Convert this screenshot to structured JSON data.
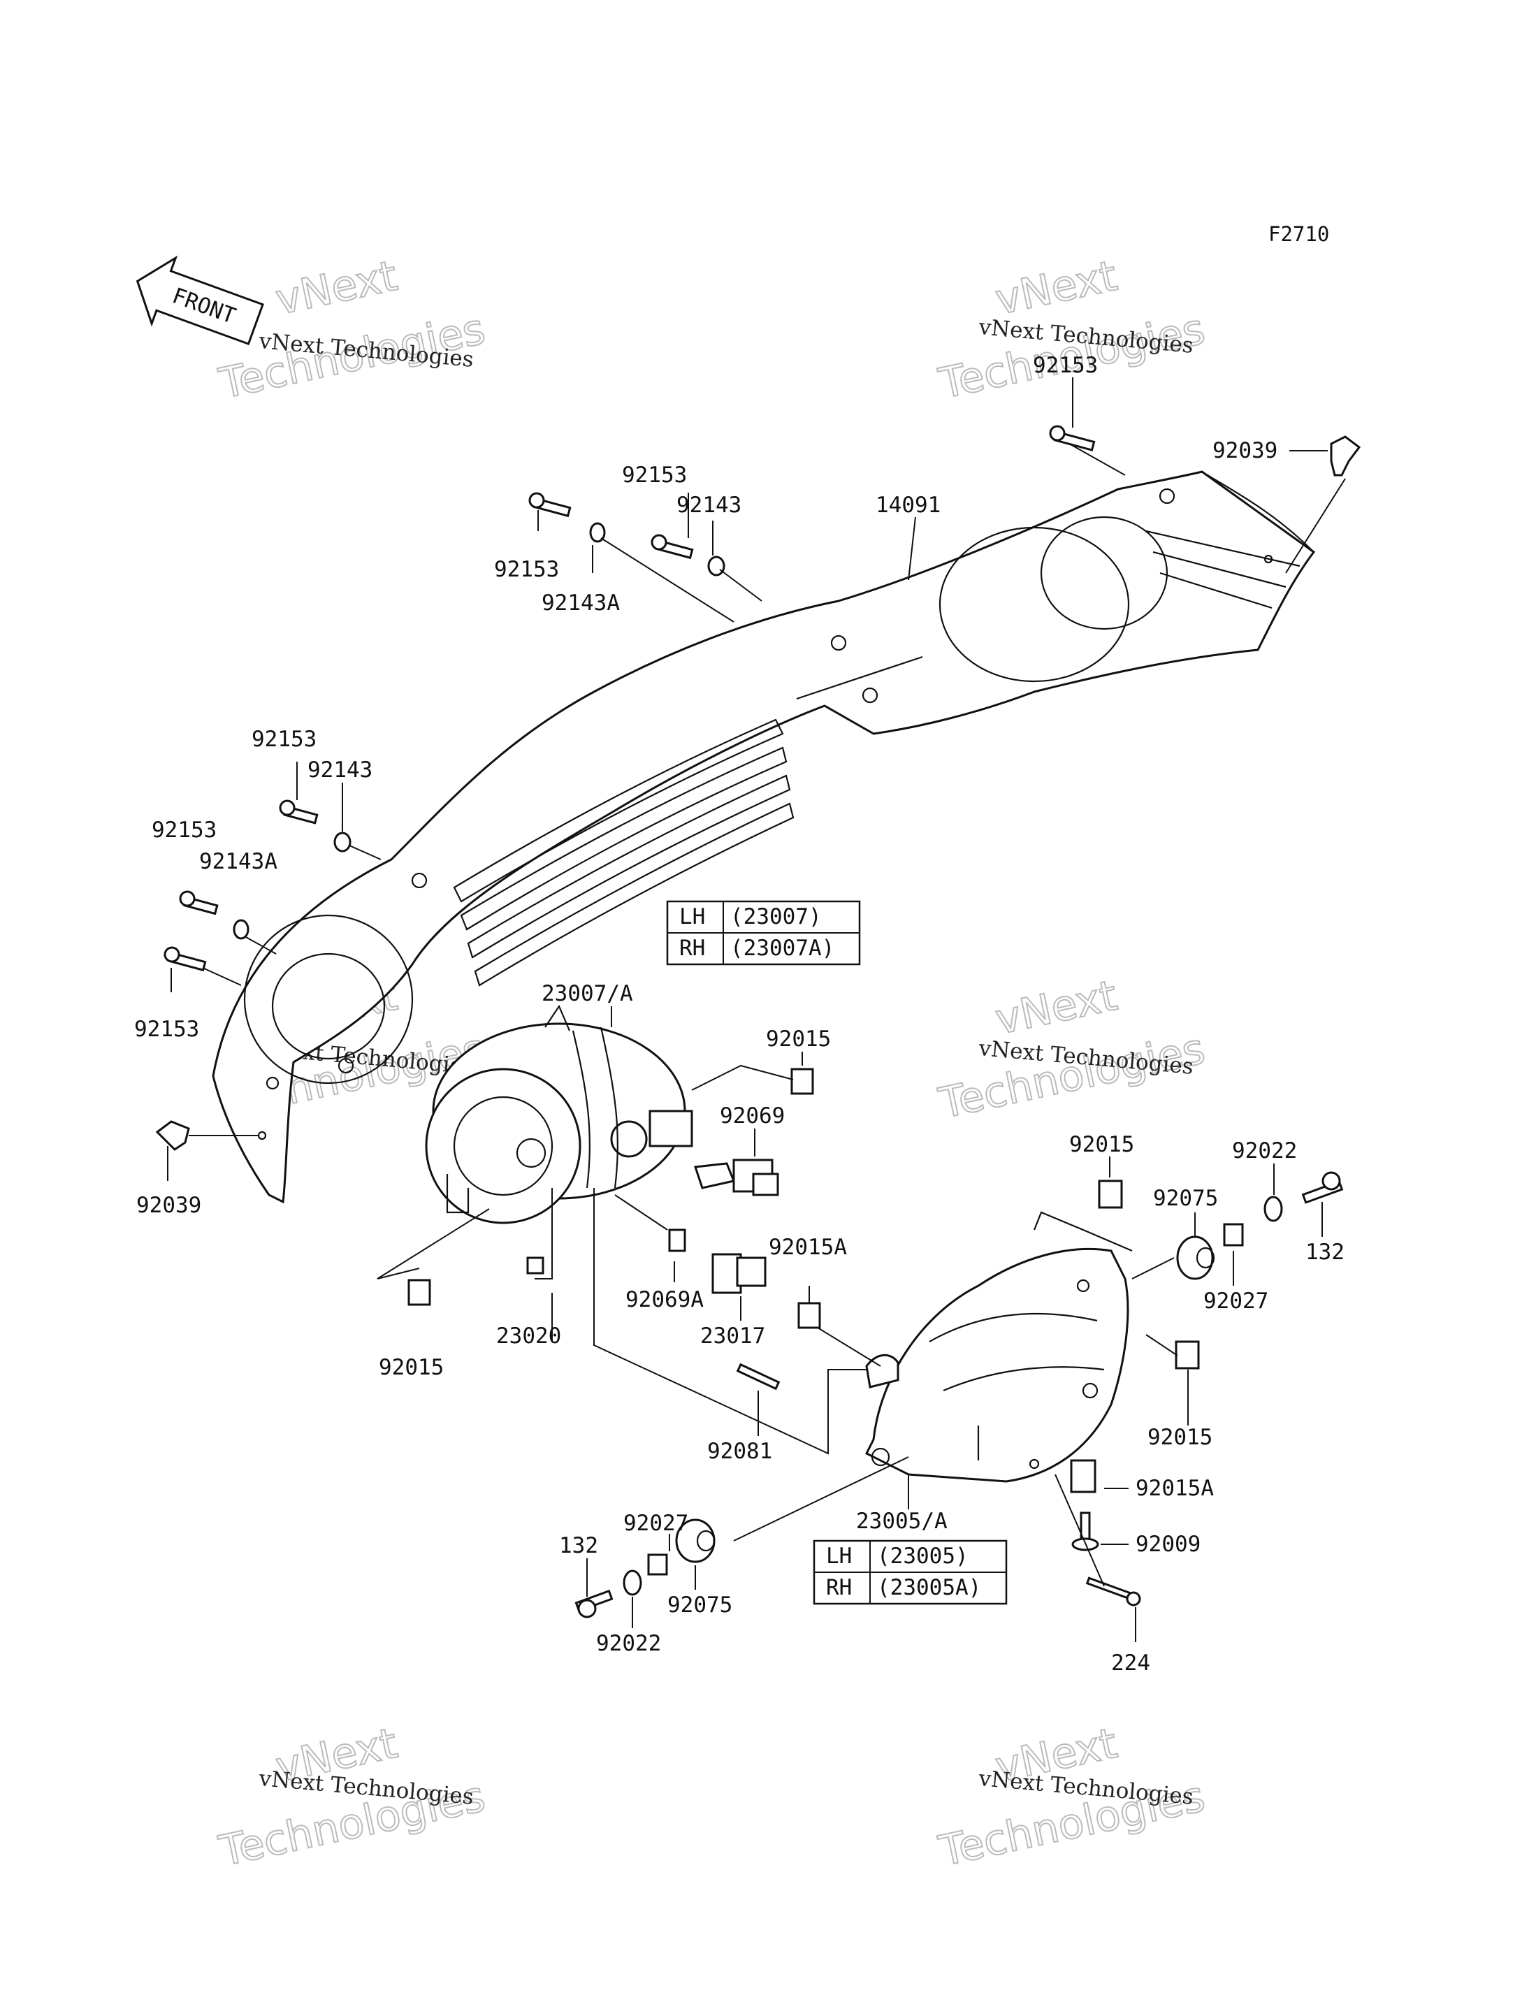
{
  "figure_code": "F2710",
  "front_label": "FRONT",
  "watermark": {
    "line1": "vNext Technologies",
    "line2": "vNext",
    "line3": "Technologies"
  },
  "part_labels": {
    "p92153_top": "92153",
    "p92039_top": "92039",
    "p14091": "14091",
    "p92153_a": "92153",
    "p92143_a": "92143",
    "p92153_b": "92153",
    "p92143A_a": "92143A",
    "p92153_c": "92153",
    "p92143_b": "92143",
    "p92153_d": "92153",
    "p92143A_b": "92143A",
    "p92153_e": "92153",
    "p92039_left": "92039",
    "p23007": "23007/A",
    "p92015_a": "92015",
    "p92069": "92069",
    "p92015_b": "92015",
    "p92022_top": "92022",
    "p92075_top": "92075",
    "p132_right": "132",
    "p92015A_a": "92015A",
    "p92069A": "92069A",
    "p23020": "23020",
    "p23017": "23017",
    "p92015_left": "92015",
    "p92027_right": "92027",
    "p92015_c": "92015",
    "p92081": "92081",
    "p92015A_b": "92015A",
    "p23005": "23005/A",
    "p92009": "92009",
    "p92027_bottom": "92027",
    "p132_left": "132",
    "p92075_bottom": "92075",
    "p92022_bottom": "92022",
    "p224": "224"
  },
  "table_headlight": {
    "lh": "LH",
    "lh_code": "(23007)",
    "rh": "RH",
    "rh_code": "(23007A)"
  },
  "table_housing": {
    "lh": "LH",
    "lh_code": "(23005)",
    "rh": "RH",
    "rh_code": "(23005A)"
  }
}
